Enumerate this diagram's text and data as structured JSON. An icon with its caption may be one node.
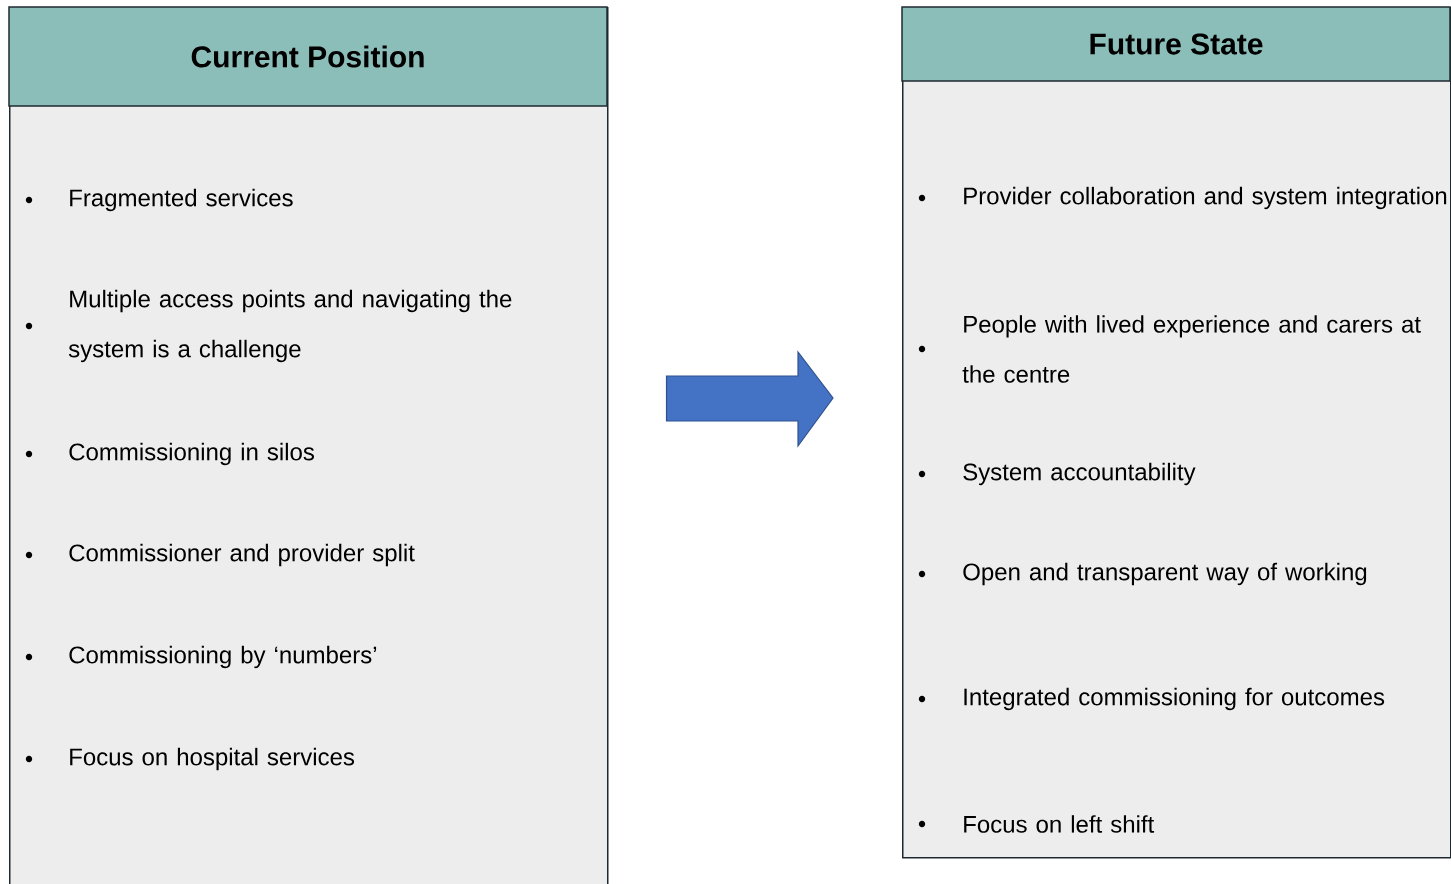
{
  "diagram": {
    "nodes": [
      {
        "text": [
          "Current Position",
          "Fragmented services",
          "Multiple access points and navigating the system is a challenge",
          "Commissioning in silos",
          "Commissioner and provider split",
          "Commissioning by ‘numbers’",
          "Focus on hospital services"
        ]
      },
      {
        "text": [
          "Future State",
          "Provider collaboration and system integration",
          "People with lived experience and carers at the centre",
          "System accountability",
          "Open and transparent way of working",
          "Integrated commissioning for outcomes",
          "Focus on left shift"
        ]
      }
    ],
    "edges": [
      {
        "from": 0,
        "to": 1,
        "arrow": "to"
      }
    ]
  }
}
